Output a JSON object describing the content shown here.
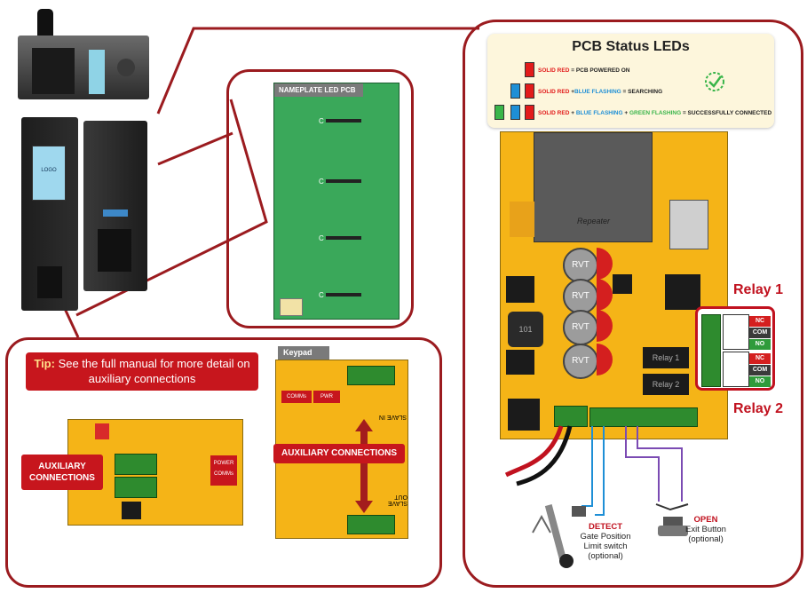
{
  "status_panel": {
    "title": "PCB Status LEDs",
    "lines": [
      {
        "p1": "SOLID RED",
        "p2": " = PCB POWERED ON"
      },
      {
        "p1": "SOLID RED",
        "p2": " +",
        "p3": "BLUE FLASHING",
        "p4": " = SEARCHING"
      },
      {
        "p1": "SOLID RED",
        "p2": " + ",
        "p3": "BLUE FLASHING",
        "p4": " + ",
        "p5": "GREEN FLASHING",
        "p6": " = SUCCESSFULLY CONNECTED"
      }
    ],
    "colors": {
      "red": "#e21b1b",
      "blue": "#1e8fd6",
      "green": "#39b54a"
    }
  },
  "nameplate": {
    "label": "NAMEPLATE LED PCB",
    "c": "C"
  },
  "relays": {
    "relay1": "Relay 1",
    "relay2": "Relay 2",
    "terminals": [
      "NC",
      "COM",
      "NO",
      "NC",
      "COM",
      "NO"
    ],
    "onboard1": "Relay 1",
    "onboard2": "Relay 2"
  },
  "rvt": "RVT",
  "inductor": "101",
  "board_brand": "Repeater",
  "tip": {
    "prefix": "Tip:",
    "text": " See the full manual for more detail on auxiliary connections"
  },
  "aux": {
    "left": "AUXILIARY\nCONNECTIONS",
    "right": "AUXILIARY CONNECTIONS"
  },
  "keypad": {
    "label": "Keypad",
    "pwr": "PWR",
    "comms": "COMMs",
    "slave_in": "SLAVE IN",
    "slave_out": "SLAVE OUT"
  },
  "aux_board": {
    "power": "POWER",
    "comms": "COMMs"
  },
  "detect": {
    "title": "DETECT",
    "line1": "Gate Position",
    "line2": "Limit switch",
    "line3": "(optional)"
  },
  "open": {
    "title": "OPEN",
    "line1": "Exit Button",
    "line2": "(optional)"
  },
  "device": {
    "logo": "LOGO"
  }
}
